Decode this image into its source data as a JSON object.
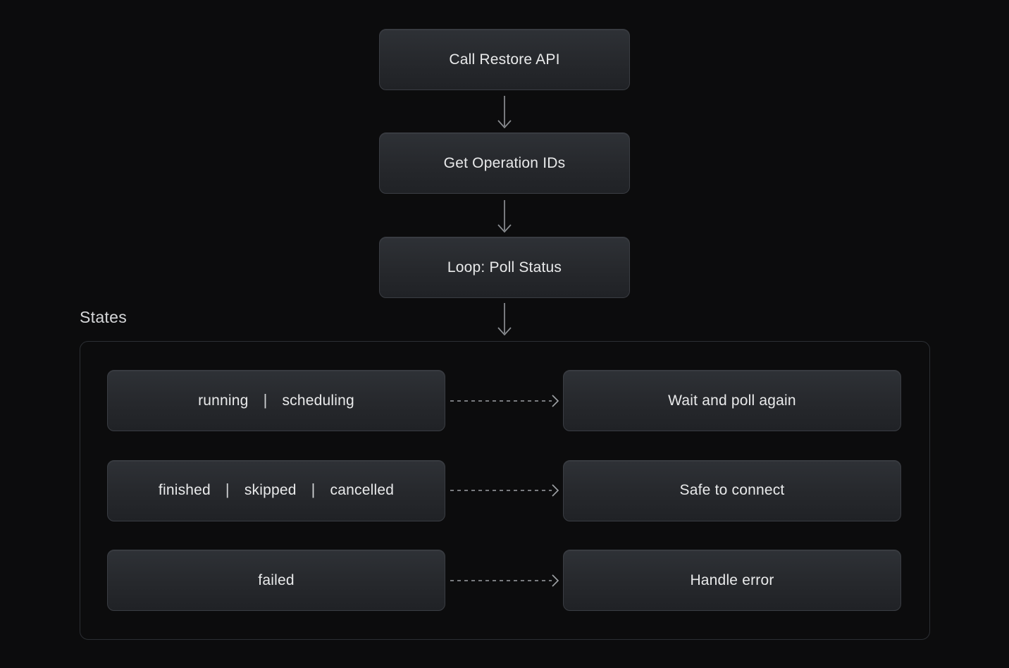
{
  "colors": {
    "background": "#0c0c0d",
    "node_background_top": "#2e3136",
    "node_background_bottom": "#202226",
    "node_border": "#3a3d43",
    "node_text": "#e9eaeb",
    "section_title_text": "#d5d6d8",
    "container_border": "#2c2f34",
    "solid_arrow": "#8b8e92",
    "dashed_arrow": "#9fa2a6"
  },
  "flow": {
    "nodes": [
      {
        "label": "Call Restore API"
      },
      {
        "label": "Get Operation IDs"
      },
      {
        "label": "Loop: Poll Status"
      }
    ]
  },
  "states": {
    "title": "States",
    "separator": "|",
    "rows": [
      {
        "states": [
          "running",
          "scheduling"
        ],
        "action": "Wait and poll again"
      },
      {
        "states": [
          "finished",
          "skipped",
          "cancelled"
        ],
        "action": "Safe to connect"
      },
      {
        "states": [
          "failed"
        ],
        "action": "Handle error"
      }
    ]
  }
}
